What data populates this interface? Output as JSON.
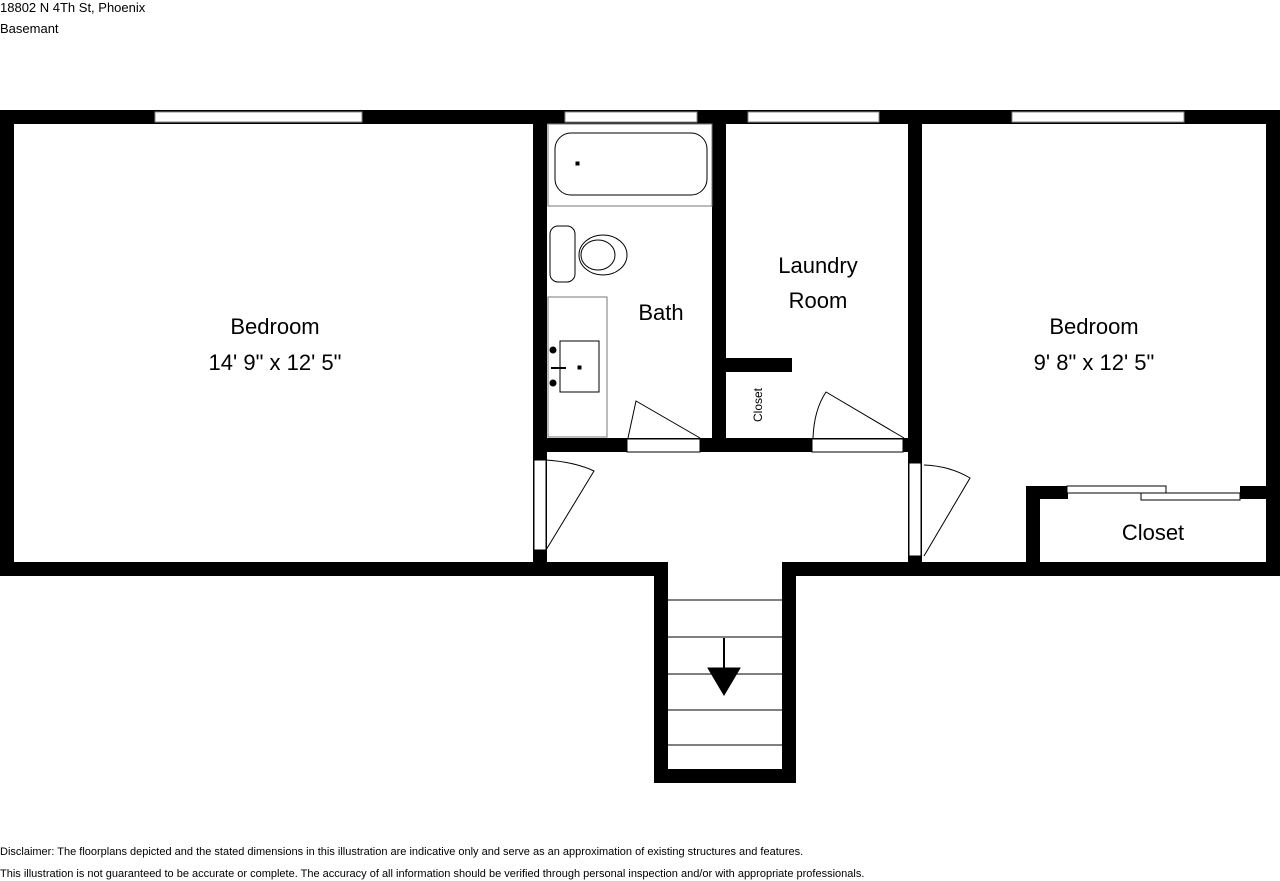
{
  "header": {
    "address": "18802 N 4Th St, Phoenix",
    "floor": "Basemant"
  },
  "rooms": {
    "bedroom_left": {
      "name": "Bedroom",
      "dimensions": "14' 9\" x 12' 5\""
    },
    "bath": {
      "name": "Bath"
    },
    "laundry": {
      "name_line1": "Laundry",
      "name_line2": "Room"
    },
    "closet_small": {
      "name": "Closet"
    },
    "bedroom_right": {
      "name": "Bedroom",
      "dimensions": "9' 8\" x 12' 5\""
    },
    "closet_right": {
      "name": "Closet"
    }
  },
  "disclaimer": {
    "line1": "Disclaimer: The floorplans depicted and the stated dimensions in this illustration are indicative only and serve as an approximation of existing structures and features.",
    "line2": "This illustration is not guaranteed to be accurate or complete. The accuracy of all information should be verified through personal inspection and/or with appropriate professionals."
  },
  "colors": {
    "wall": "#000000",
    "background": "#ffffff"
  }
}
